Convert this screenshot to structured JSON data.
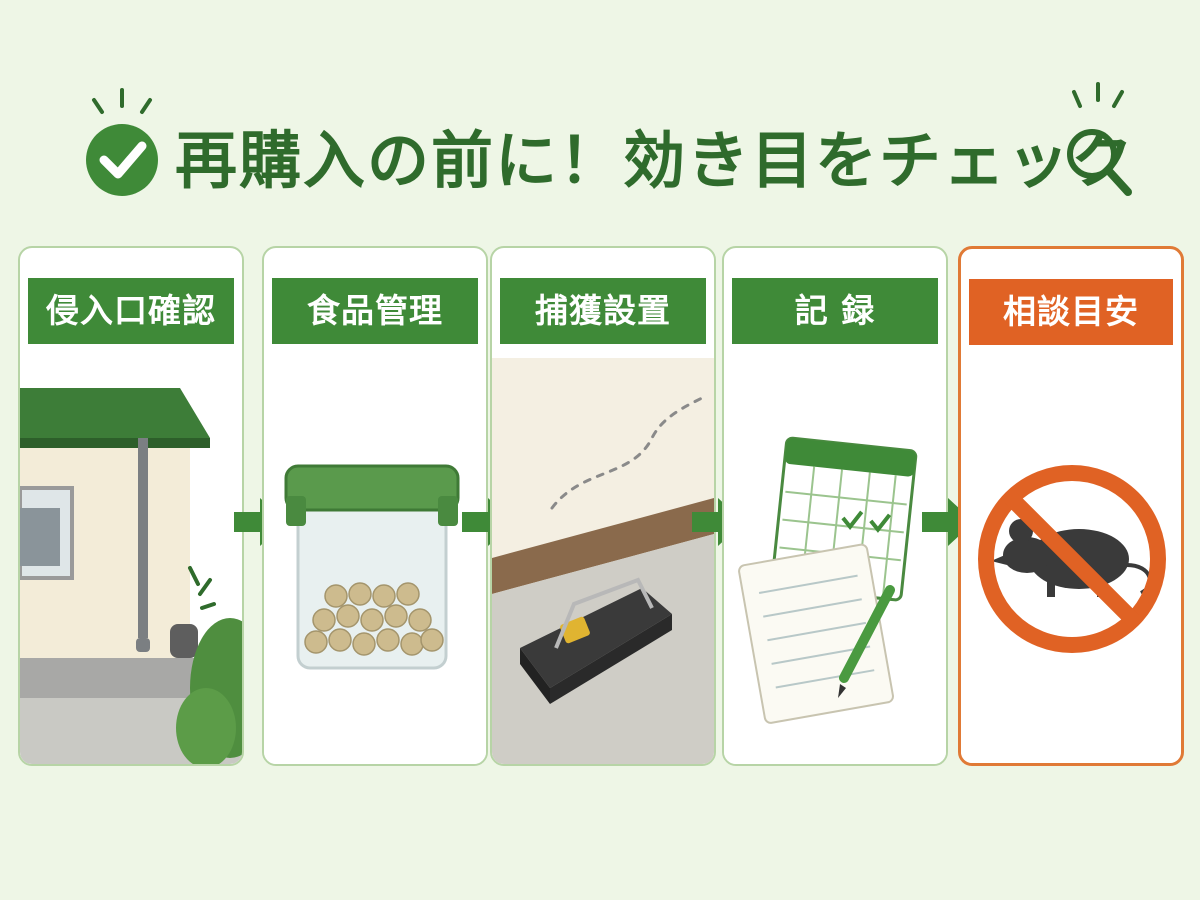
{
  "header": {
    "title": "再購入の前に！効き目をチェック"
  },
  "steps": [
    {
      "label": "侵入口確認"
    },
    {
      "label": "食品管理"
    },
    {
      "label": "捕獲設置"
    },
    {
      "label": "記 録"
    },
    {
      "label": "相談目安"
    }
  ],
  "colors": {
    "primary_green": "#3f8a38",
    "title_green": "#2f6b2c",
    "alert_orange": "#e06224",
    "background": "#eef6e6"
  },
  "icons": {
    "title_left": "check-circle-icon",
    "title_right": "magnifier-icon",
    "step_arrow": "arrow-right-icon",
    "alert_symbol": "no-mouse-icon"
  }
}
